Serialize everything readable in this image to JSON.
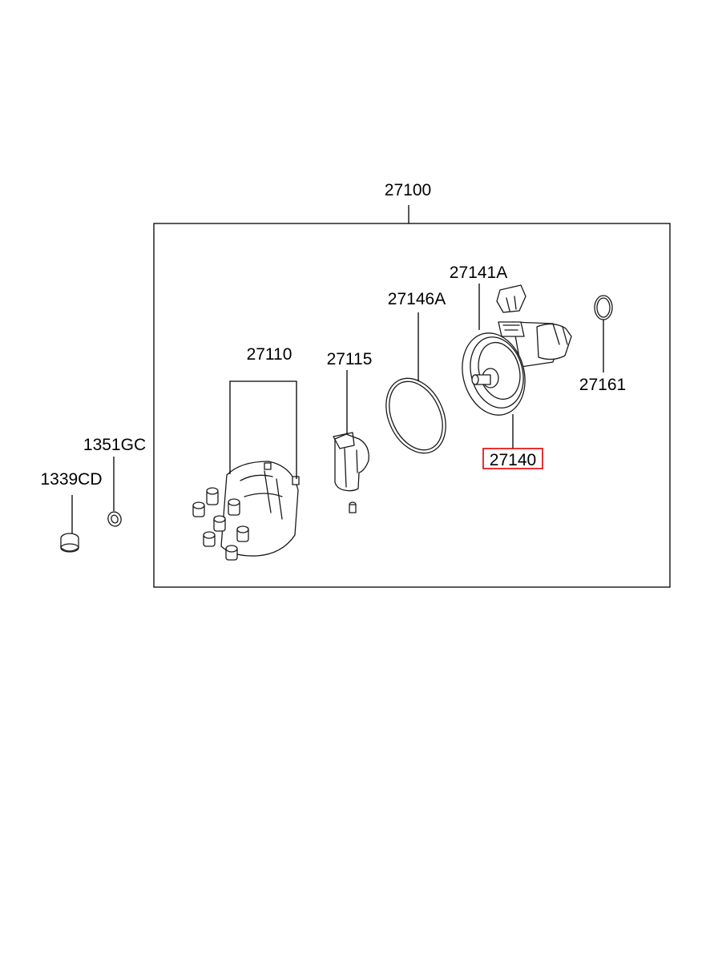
{
  "diagram": {
    "assembly_label": "27100",
    "labels": {
      "cap": "27110",
      "rotor": "27115",
      "gasket": "27146A",
      "pickup": "27141A",
      "housing": "27140",
      "oring": "27161",
      "washer": "1351GC",
      "bolt": "1339CD"
    },
    "highlight": {
      "part": "27140",
      "color": "#e00000"
    }
  }
}
